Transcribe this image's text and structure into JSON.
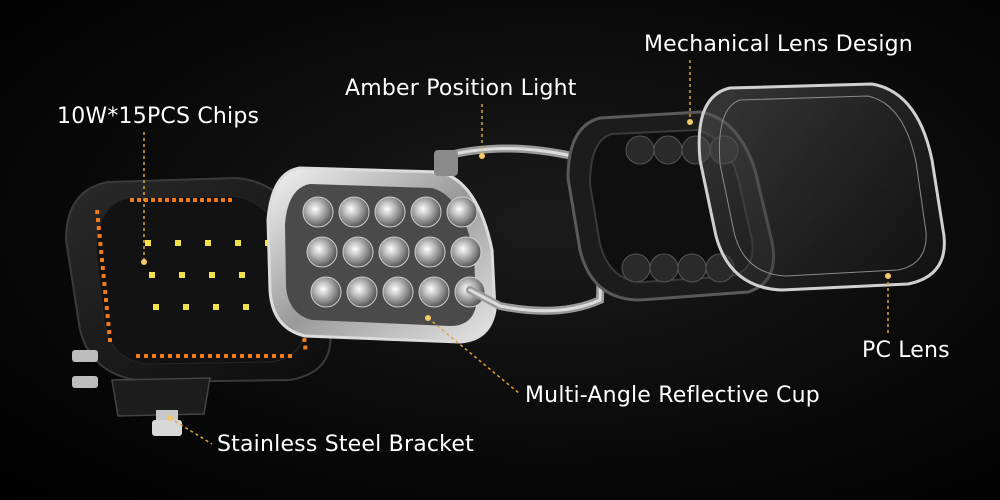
{
  "callouts": {
    "chips": "10W*15PCS Chips",
    "amber_position_light": "Amber Position Light",
    "mechanical_lens_design": "Mechanical Lens Design",
    "pc_lens": "PC Lens",
    "reflective_cup": "Multi-Angle Reflective Cup",
    "bracket": "Stainless Steel Bracket"
  },
  "colors": {
    "background": "#0a0a0a",
    "leader_line": "#e0a23a",
    "amber_led": "#f07a1c",
    "white_led": "#f2e34a"
  }
}
